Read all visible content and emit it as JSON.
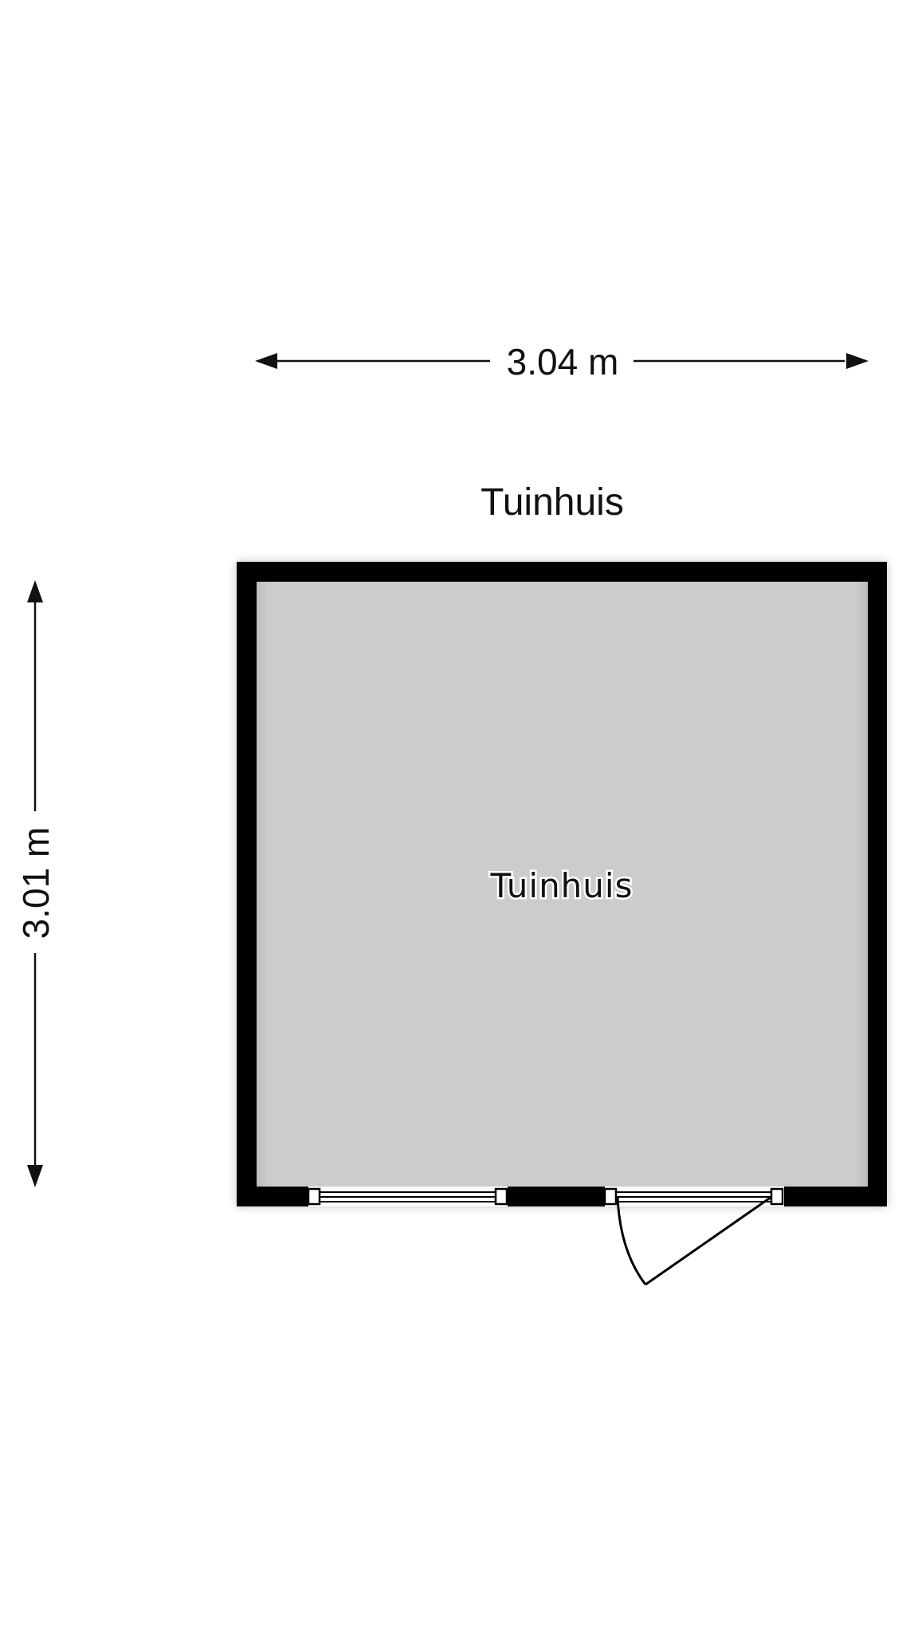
{
  "plan": {
    "title": "Tuinhuis",
    "width_dimension": "3.04 m",
    "depth_dimension": "3.01 m",
    "rooms": [
      {
        "label": "Tuinhuis"
      }
    ]
  },
  "colors": {
    "wall": "#000000",
    "floor": "#cccccc",
    "background": "#ffffff",
    "line": "#111111"
  }
}
